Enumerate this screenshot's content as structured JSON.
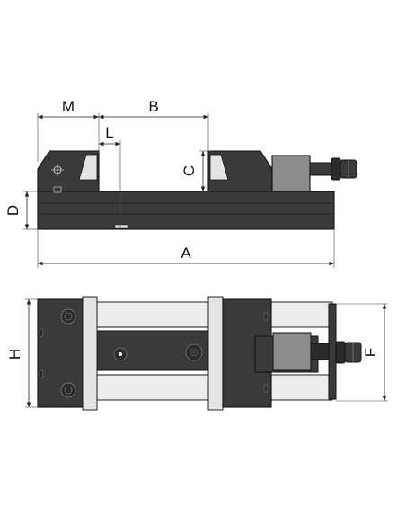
{
  "colors": {
    "body": "#3a3a3a",
    "body_dark": "#2b2b2b",
    "jaw_plate": "#e4e4e4",
    "rail": "#ededed",
    "spindle_block": "#8c8c8c",
    "line": "#111111",
    "background": "#ffffff"
  },
  "labels": {
    "M": "M",
    "B": "B",
    "L": "L",
    "C": "C",
    "D": "D",
    "A": "A",
    "H": "H",
    "F": "F"
  }
}
